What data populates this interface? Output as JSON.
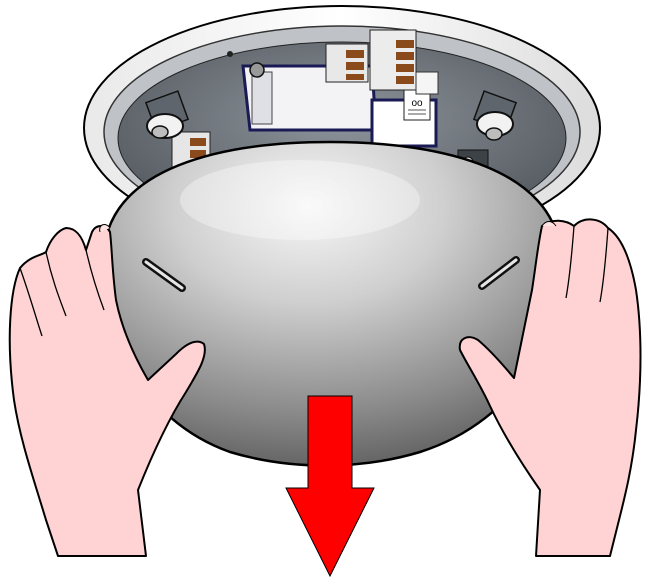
{
  "figure": {
    "parts": {
      "fixture_base": "ceiling-fixture-base",
      "dome_cover": "dome-cover",
      "left_hand": "left-hand",
      "right_hand": "right-hand",
      "direction_arrow": "pull-down-arrow",
      "terminal_blocks": "terminal-block"
    },
    "colors": {
      "arrow": "#ff0000",
      "skin": "#ffd3d3",
      "dome_light": "#f2f2f2",
      "dome_dark": "#6a6a6a",
      "base_dark": "#555b62",
      "terminal_brown": "#8a4a1c",
      "label_panel": "#ffffff",
      "outline": "#000000"
    },
    "marks": {
      "pcb_label_text": "oo"
    }
  }
}
